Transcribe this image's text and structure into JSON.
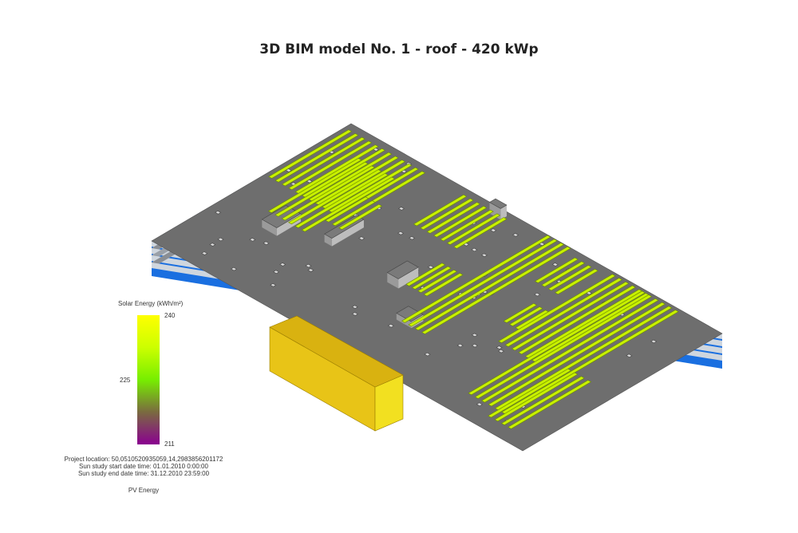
{
  "title": "3D BIM model No. 1 - roof - 420 kWp",
  "legend": {
    "title": "Solar Energy (kWh/m²)",
    "max": "240",
    "mid": "225",
    "min": "211",
    "colors": [
      "#ffff00",
      "#ccff00",
      "#77ee00",
      "#7a6a40",
      "#8a0090"
    ]
  },
  "study": {
    "location": "Project location: 50,0510520935059,14,2983856201172",
    "start": "Sun study start date time: 01.01.2010 0:00:00",
    "end": "Sun study end date time: 31.12.2010 23:59:00",
    "caption": "PV Energy"
  },
  "colors": {
    "roof": "#6e6e6e",
    "panel": "#c8f000",
    "slab": "#1a6fe0",
    "annex": "#e8c417"
  }
}
